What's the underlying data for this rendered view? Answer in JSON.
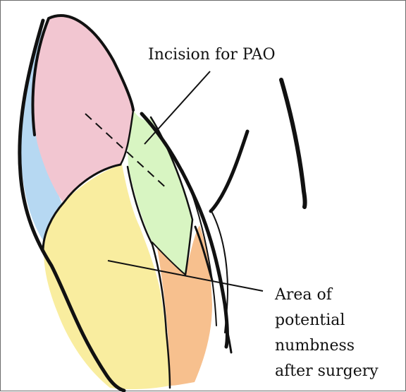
{
  "labels": {
    "incision": "Incision for PAO",
    "area_lines": [
      "Area of",
      "potential",
      "numbness",
      "after surgery"
    ]
  },
  "colors": {
    "blue_region": "#b6d8f2",
    "pink_region": "#f2c6d1",
    "green_region": "#d8f5c2",
    "yellow_region": "#f9ed9f",
    "orange_region": "#f7c08e",
    "outline": "#111111",
    "frame_border": "#6b6b6b"
  }
}
